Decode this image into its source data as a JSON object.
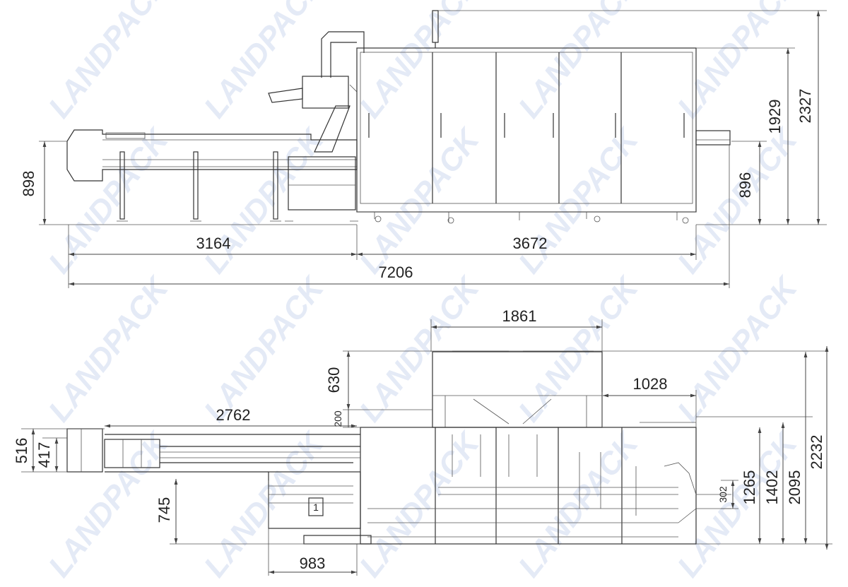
{
  "watermark": "LANDPACK",
  "elevation_view": {
    "dimensions": {
      "infeed_height": "898",
      "infeed_length": "3164",
      "main_length": "3672",
      "total_length": "7206",
      "outfeed_height": "896",
      "cabinet_height": "1929",
      "total_height": "2327"
    }
  },
  "plan_view": {
    "dimensions": {
      "top_module_width": "1861",
      "top_module_depth": "630",
      "gap": "200",
      "infeed_length": "2762",
      "outfeed_offset": "1028",
      "infeed_outer_width": "516",
      "infeed_inner_width": "417",
      "infeed_to_edge": "745",
      "magazine_length": "983",
      "outfeed_width": "302",
      "body_depth": "1265",
      "body_depth_with_outfeed": "1402",
      "depth_with_module": "2095",
      "total_depth": "2232"
    },
    "station_label": "1"
  }
}
